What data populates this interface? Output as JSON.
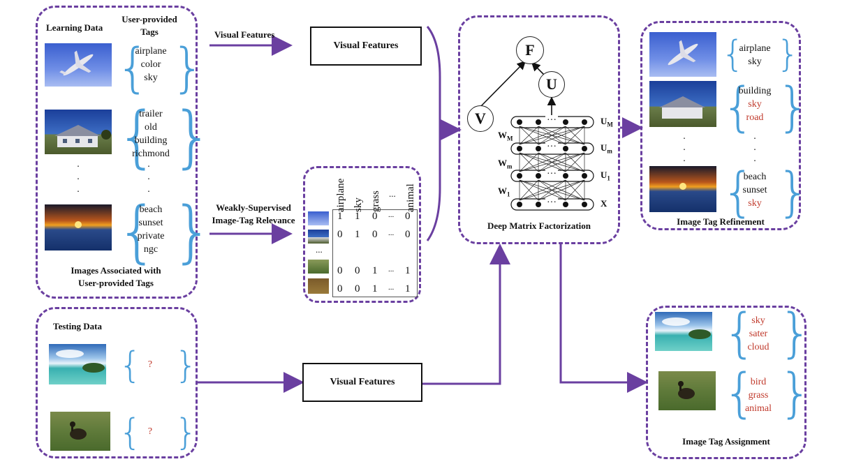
{
  "colors": {
    "dashed_border": "#6a3fa0",
    "arrow": "#6a3fa0",
    "brace": "#4a9fd8",
    "red_tag": "#c0392b"
  },
  "learning": {
    "title": "Learning Data",
    "tags_title_1": "User-provided",
    "tags_title_2": "Tags",
    "images": [
      {
        "icon": "airplane-photo",
        "tags": [
          "airplane",
          "color",
          "sky"
        ]
      },
      {
        "icon": "house-photo",
        "tags": [
          "trailer",
          "old",
          "building",
          "richmond"
        ]
      },
      {
        "icon": "sunset-photo",
        "tags": [
          "beach",
          "sunset",
          "private",
          "ngc"
        ]
      }
    ],
    "dots": ".",
    "caption_1": "Images Associated with",
    "caption_2": "User-provided Tags"
  },
  "testing": {
    "title": "Testing Data",
    "images": [
      {
        "icon": "beach-island-photo",
        "tag": "?"
      },
      {
        "icon": "bird-grass-photo",
        "tag": "?"
      }
    ]
  },
  "flow": {
    "visual_features_label": "Visual Features",
    "visual_features_box": "Visual Features",
    "weak_label_1": "Weakly-Supervised",
    "weak_label_2": "Image-Tag Relevance",
    "test_visual_features_box": "Visual Features"
  },
  "matrix": {
    "columns": [
      "airplane",
      "sky",
      "grass",
      "...",
      "animal"
    ],
    "rows": [
      [
        "1",
        "1",
        "0",
        "...",
        "0"
      ],
      [
        "0",
        "1",
        "0",
        "...",
        "0"
      ],
      [
        "0",
        "0",
        "1",
        "...",
        "1"
      ],
      [
        "0",
        "0",
        "1",
        "...",
        "1"
      ]
    ],
    "row_dots": "...",
    "ellipsis": "..."
  },
  "dmf": {
    "title": "Deep Matrix Factorization",
    "node_F": "F",
    "node_U": "U",
    "node_V": "V",
    "layer_labels": [
      "U",
      "U",
      "U",
      "X"
    ],
    "layer_subs": [
      "M",
      "m",
      "1",
      ""
    ],
    "weight_labels": [
      "W",
      "W",
      "W"
    ],
    "weight_subs": [
      "M",
      "m",
      "1"
    ],
    "layer_dots": "···"
  },
  "refinement": {
    "title": "Image Tag Refinement",
    "images": [
      {
        "icon": "airplane-photo",
        "tags": [
          {
            "text": "airplane",
            "red": false
          },
          {
            "text": "sky",
            "red": false
          }
        ]
      },
      {
        "icon": "house-photo",
        "tags": [
          {
            "text": "building",
            "red": false
          },
          {
            "text": "sky",
            "red": true
          },
          {
            "text": "road",
            "red": true
          }
        ]
      },
      {
        "icon": "sunset-photo",
        "tags": [
          {
            "text": "beach",
            "red": false
          },
          {
            "text": "sunset",
            "red": false
          },
          {
            "text": "sky",
            "red": true
          }
        ]
      }
    ],
    "dots": "."
  },
  "assignment": {
    "title": "Image Tag Assignment",
    "images": [
      {
        "icon": "beach-island-photo",
        "tags": [
          "sky",
          "sater",
          "cloud"
        ]
      },
      {
        "icon": "bird-grass-photo",
        "tags": [
          "bird",
          "grass",
          "animal"
        ]
      }
    ]
  }
}
